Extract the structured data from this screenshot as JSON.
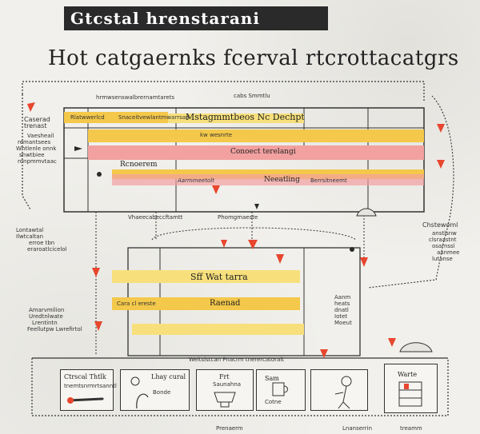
{
  "header": {
    "title": "Gtcstal hrenstarani",
    "subtitle": "Hot catgaernks fcerval rtcrottacatgrs"
  },
  "top_block": {
    "cap_left": "hrmwsenswalbrernamtarets",
    "cap_center": "cabs Smmtlu",
    "band1_left": "Rlatwwerlcd",
    "band1_mid": "Snaceitvewlantmwarrsan",
    "band1_center": "Mstagmmtbeos Nc Dechpt",
    "band2_label": "kw wesnrte",
    "band3_label": "Conoect terelangi",
    "row_label": "Rcnoerem",
    "band5_left": "Aarmmeetolt",
    "band5_mid": "Neeatling",
    "band5_right": "Berrsitneemt"
  },
  "left_notes": {
    "note1": "Caserad trenast",
    "note2a": "Vaesheail",
    "note2b": "remantsees",
    "note2c": "Whtlenle onnk",
    "note2d": "snwtbiee",
    "note2e": "ronpmmvtaac",
    "note3a": "Lontawtal",
    "note3b": "Ilwtcaltan",
    "note3c": "erroe tbn",
    "note3d": "eraroatlcicelol",
    "note4a": "Amarvmilion",
    "note4b": "Uredtnlwate",
    "note4c": "Lrentintn",
    "note4d": "Feellutpw Lwrefirtol"
  },
  "mid_labels": {
    "left": "Vhaeecabeccftamtt",
    "center": "Phomgmaeste"
  },
  "lower_block": {
    "band1": "Sff Wat tarra",
    "band2_left": "Cara cl ereste",
    "band2_center": "Raenad",
    "bottom_cap": "Weitsistcan Pnacrm tnerercatoralt"
  },
  "right_notes": {
    "title": "Chstewoml",
    "line1": "anstlsnw",
    "line2": "clsraastnt",
    "line3": "osarnssl",
    "line4": "aanmee",
    "line5": "lutanse",
    "mid1": "Aanm",
    "mid2": "heats",
    "mid3": "dnatl",
    "mid4": "Iotet",
    "mid5": "Moeut"
  },
  "cards": [
    {
      "title": "Ctrscal Thtlk",
      "caption": "tnemtsnrmrtsanntl"
    },
    {
      "title": "Lhay cural",
      "caption": "Bonde"
    },
    {
      "title": "Frt",
      "caption": "Saunahna"
    },
    {
      "title": "Sam",
      "caption": "Cotne"
    },
    {
      "title": "",
      "caption": ""
    },
    {
      "title": "Warte",
      "caption": ""
    }
  ],
  "bottom_captions": {
    "c1": "Prenaerm",
    "c2": "Lnanserrin",
    "c3": "treamm"
  },
  "colors": {
    "yellow": "#f4c84a",
    "yellow_light": "#f7e07c",
    "pink": "#f2a0a0",
    "red_arrow": "#e8462e",
    "ink": "#2a2a2a"
  }
}
